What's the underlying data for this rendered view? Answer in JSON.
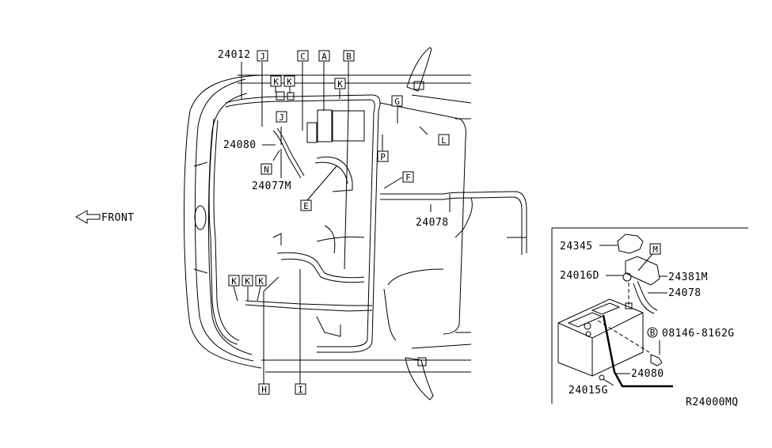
{
  "diagram": {
    "title_code": "R24000MQ",
    "direction": {
      "label": "FRONT",
      "icon": "arrow-left-icon"
    },
    "part_labels": {
      "p24012": "24012",
      "p24080_main": "24080",
      "p24077M": "24077M",
      "p24078_main": "24078",
      "p24345": "24345",
      "p24016D": "24016D",
      "p24381M": "24381M",
      "p24078_inset": "24078",
      "p08146": "08146-8162G",
      "p08146_marker": "B",
      "p24080_inset": "24080",
      "p24015G": "24015G"
    },
    "callouts": {
      "J_top": "J",
      "C": "C",
      "A": "A",
      "B": "B",
      "K1": "K",
      "K2": "K",
      "K3": "K",
      "J_mid": "J",
      "N": "N",
      "E": "E",
      "G": "G",
      "L": "L",
      "P": "P",
      "F": "F",
      "K4": "K",
      "K5": "K",
      "K6": "K",
      "H": "H",
      "I": "I",
      "M": "M"
    }
  }
}
